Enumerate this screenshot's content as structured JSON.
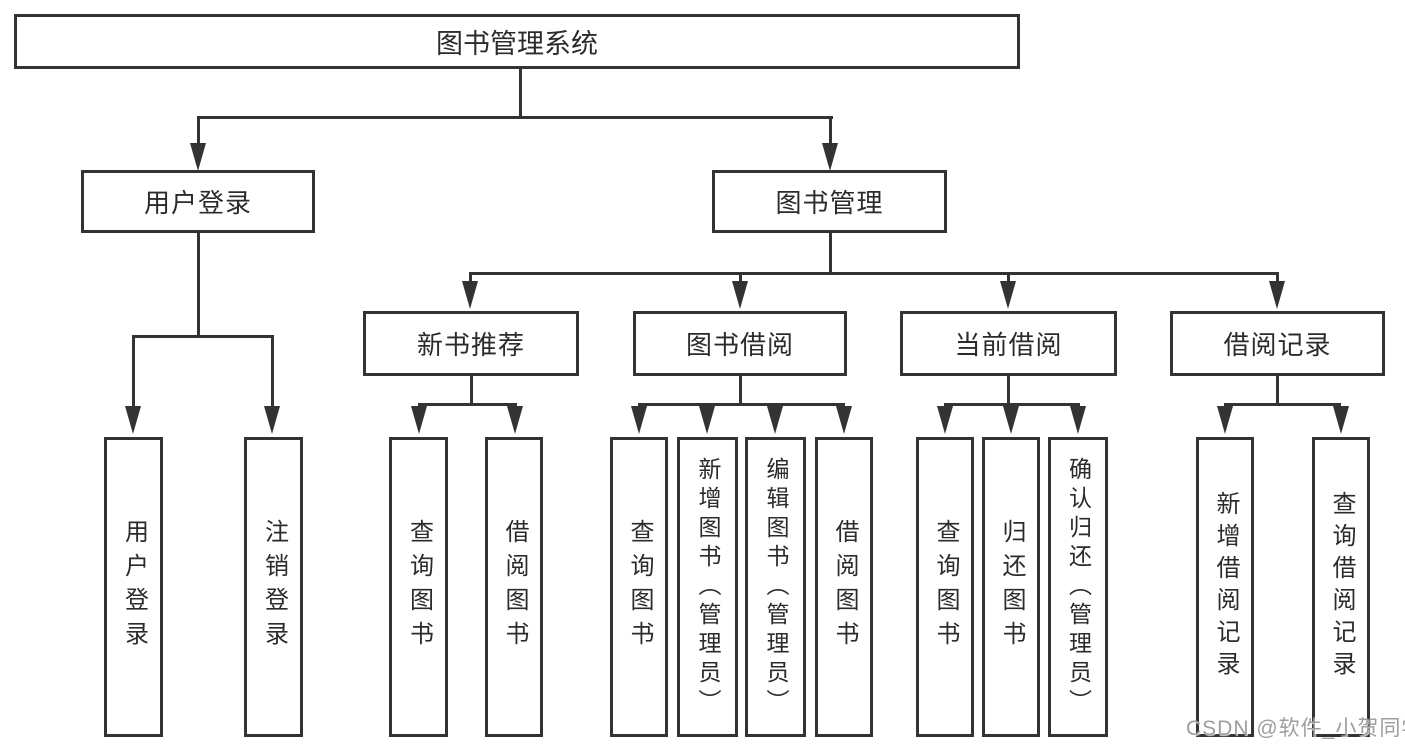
{
  "tree": {
    "root": "图书管理系统",
    "branches": [
      {
        "label": "用户登录",
        "children": [
          "用户登录",
          "注销登录"
        ]
      },
      {
        "label": "图书管理",
        "groups": [
          {
            "label": "新书推荐",
            "children": [
              "查询图书",
              "借阅图书"
            ]
          },
          {
            "label": "图书借阅",
            "children": [
              "查询图书",
              "新增图书（管理员）",
              "编辑图书（管理员）",
              "借阅图书"
            ]
          },
          {
            "label": "当前借阅",
            "children": [
              "查询图书",
              "归还图书",
              "确认归还（管理员）"
            ]
          },
          {
            "label": "借阅记录",
            "children": [
              "新增借阅记录",
              "查询借阅记录"
            ]
          }
        ]
      }
    ]
  },
  "watermark": "CSDN @软件_小贺同学",
  "colors": {
    "line": "#333333",
    "text": "#2b2b2b",
    "background": "#ffffff",
    "watermark": "#9e9e9e"
  }
}
